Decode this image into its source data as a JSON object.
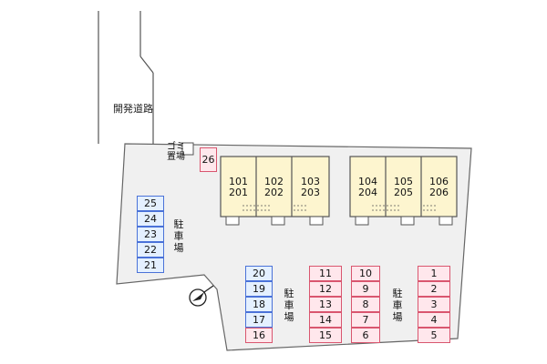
{
  "road_label": "開発道路",
  "trash_label": "ゴミ置場",
  "parking_label": "駐車場",
  "colors": {
    "lot_fill": "#f0f0f0",
    "blue_border": "#4a72d8",
    "blue_fill": "#e4f0ff",
    "pink_border": "#d9566f",
    "pink_fill": "#ffe7ec",
    "building_fill": "#fdf5cf"
  },
  "buildings": [
    {
      "units": [
        {
          "upper": "101",
          "lower": "201"
        },
        {
          "upper": "102",
          "lower": "202"
        },
        {
          "upper": "103",
          "lower": "203"
        }
      ]
    },
    {
      "units": [
        {
          "upper": "104",
          "lower": "204"
        },
        {
          "upper": "105",
          "lower": "205"
        },
        {
          "upper": "106",
          "lower": "206"
        }
      ]
    }
  ],
  "spaces": {
    "single": "26",
    "col_21_25": [
      "25",
      "24",
      "23",
      "22",
      "21"
    ],
    "col_16_20": [
      "20",
      "19",
      "18",
      "17",
      "16"
    ],
    "col_11_15": [
      "11",
      "12",
      "13",
      "14",
      "15"
    ],
    "col_6_10": [
      "10",
      "9",
      "8",
      "7",
      "6"
    ],
    "col_1_5": [
      "1",
      "2",
      "3",
      "4",
      "5"
    ]
  },
  "compass_icon": "north-arrow-icon"
}
